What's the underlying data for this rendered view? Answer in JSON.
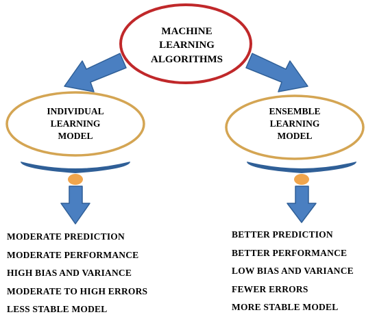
{
  "root": {
    "label": "MACHINE\nLEARNING\nALGORITHMS"
  },
  "left": {
    "label": "INDIVIDUAL\nLEARNING\nMODEL",
    "items": [
      "MODERATE PREDICTION",
      "MODERATE PERFORMANCE",
      "HIGH BIAS AND VARIANCE",
      "MODERATE TO HIGH ERRORS",
      "LESS STABLE MODEL"
    ]
  },
  "right": {
    "label": "ENSEMBLE\nLEARNING\nMODEL",
    "items": [
      "BETTER PREDICTION",
      "BETTER PERFORMANCE",
      "LOW BIAS AND VARIANCE",
      "FEWER ERRORS",
      "MORE STABLE MODEL"
    ]
  },
  "colors": {
    "root_border": "#c0282a",
    "node_border": "#d4a553",
    "arrow_fill": "#4a7fc1",
    "arrow_stroke": "#2f5f97",
    "bowl_fill": "#2f5f97",
    "pivot_fill": "#f0a54c"
  }
}
